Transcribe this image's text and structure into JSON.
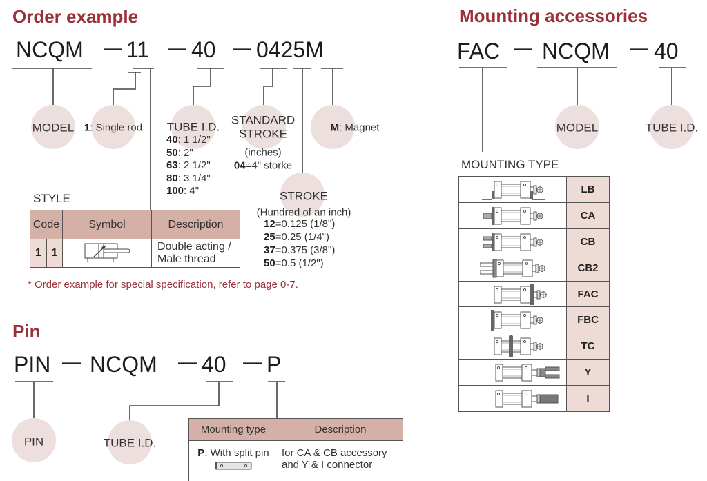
{
  "colors": {
    "accent": "#9a3038",
    "callout_fill": "#eedfdf",
    "table_header": "#d5b0a7",
    "table_code_cell": "#efdbd5",
    "line": "#444444"
  },
  "order_example": {
    "title": "Order example",
    "separator": "—",
    "segments": {
      "model": "NCQM",
      "style": "11",
      "bore": "40",
      "stroke": "0425M"
    },
    "callouts": {
      "model": "MODEL",
      "rod": {
        "code": "1",
        "label": ": Single rod"
      },
      "tube": {
        "title": "TUBE I.D.",
        "options": [
          {
            "code": "40",
            "value": ": 1 1/2\""
          },
          {
            "code": "50",
            "value": ": 2\""
          },
          {
            "code": "63",
            "value": ": 2 1/2\""
          },
          {
            "code": "80",
            "value": ": 3 1/4\""
          },
          {
            "code": "100",
            "value": ": 4\""
          }
        ]
      },
      "standard_stroke": {
        "line1": "STANDARD",
        "line2": "STROKE",
        "unit": "(inches)",
        "example_code": "04",
        "example_value": "=4\" storke"
      },
      "fraction_stroke": {
        "title": "STROKE",
        "unit": "(Hundred of an inch)",
        "options": [
          {
            "code": "12",
            "value": "=0.125 (1/8\")"
          },
          {
            "code": "25",
            "value": "=0.25 (1/4\")"
          },
          {
            "code": "37",
            "value": "=0.375 (3/8\")"
          },
          {
            "code": "50",
            "value": "=0.5 (1/2\")"
          }
        ]
      },
      "magnet": {
        "code": "M",
        "label": ": Magnet"
      }
    },
    "style": {
      "label": "STYLE",
      "headers": [
        "Code",
        "Symbol",
        "Description"
      ],
      "rows": [
        {
          "code": [
            "1",
            "1"
          ],
          "symbol": "double-acting-cylinder-symbol",
          "description": [
            "Double acting /",
            "Male thread"
          ]
        }
      ]
    },
    "footnote": "* Order example for special specification, refer to page 0-7."
  },
  "pin": {
    "title": "Pin",
    "separator": "—",
    "segments": {
      "prefix": "PIN",
      "model": "NCQM",
      "bore": "40",
      "type": "P"
    },
    "callouts": {
      "prefix": "PIN",
      "bore": "TUBE I.D."
    },
    "table": {
      "headers": [
        "Mounting type",
        "Description"
      ],
      "rows": [
        {
          "code": "P",
          "label": ": With split pin",
          "icon": "split-pin-icon",
          "description": [
            "for CA & CB accessory",
            "and Y & I connector"
          ]
        }
      ]
    }
  },
  "mounting": {
    "title": "Mounting accessories",
    "separator": "—",
    "segments": {
      "type": "FAC",
      "model": "NCQM",
      "bore": "40"
    },
    "callouts": {
      "model": "MODEL",
      "bore": "TUBE I.D."
    },
    "type_label": "MOUNTING TYPE",
    "types": [
      {
        "code": "LB",
        "icon": "foot-mount-icon"
      },
      {
        "code": "CA",
        "icon": "single-clevis-icon"
      },
      {
        "code": "CB",
        "icon": "double-clevis-icon"
      },
      {
        "code": "CB2",
        "icon": "double-clevis-long-icon"
      },
      {
        "code": "FAC",
        "icon": "front-flange-icon"
      },
      {
        "code": "FBC",
        "icon": "rear-flange-icon"
      },
      {
        "code": "TC",
        "icon": "trunnion-icon"
      },
      {
        "code": "Y",
        "icon": "rod-clevis-icon"
      },
      {
        "code": "I",
        "icon": "rod-eye-icon"
      }
    ]
  }
}
